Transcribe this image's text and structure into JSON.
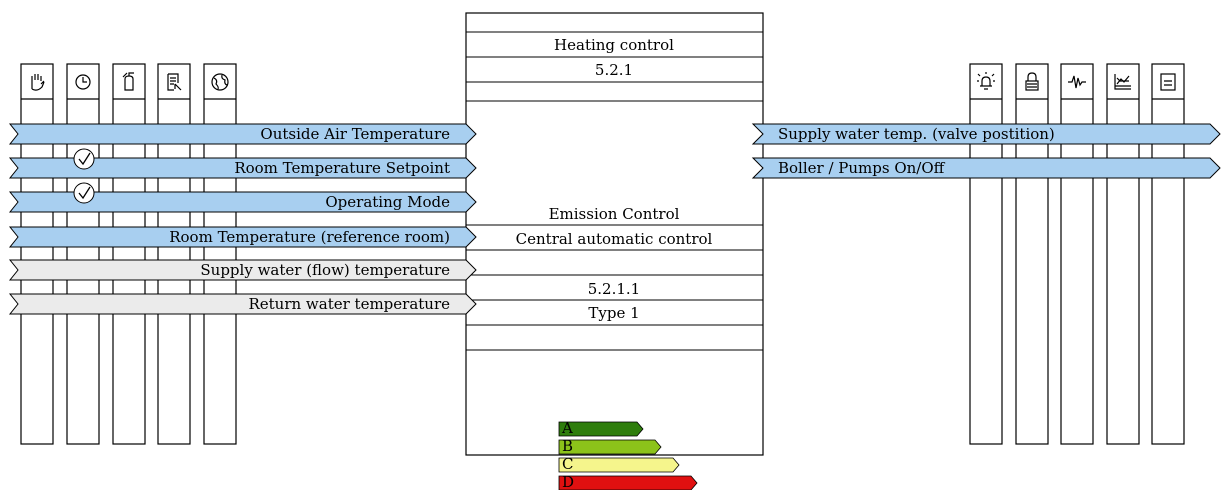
{
  "function_block": {
    "title": "Heating control",
    "code": "5.2.1",
    "sub_function": "Emission Control",
    "sub_type": "Central automatic control",
    "sub_code": "5.2.1.1",
    "type_label": "Type 1"
  },
  "left_icons": [
    {
      "icon": "hand-icon"
    },
    {
      "icon": "clock-icon"
    },
    {
      "icon": "fire-extinguisher-icon"
    },
    {
      "icon": "document-pointer-icon"
    },
    {
      "icon": "globe-icon"
    }
  ],
  "right_icons": [
    {
      "icon": "alarm-bell-icon"
    },
    {
      "icon": "lock-icon"
    },
    {
      "icon": "pulse-icon"
    },
    {
      "icon": "trend-chart-icon"
    },
    {
      "icon": "list-icon"
    }
  ],
  "inputs": [
    {
      "label": "Outside Air Temperature",
      "color": "#a8cff0",
      "check": null
    },
    {
      "label": "Room Temperature Setpoint",
      "color": "#a8cff0",
      "check": 1
    },
    {
      "label": "Operating Mode",
      "color": "#a8cff0",
      "check": 1
    },
    {
      "label": "Room Temperature (reference room)",
      "color": "#a8cff0",
      "check": null
    },
    {
      "label": "Supply water (flow) temperature",
      "color": "#ebebeb",
      "check": null
    },
    {
      "label": "Return water temperature",
      "color": "#ebebeb",
      "check": null
    }
  ],
  "outputs": [
    {
      "label": "Supply water temp. (valve postition)",
      "color": "#a8cff0"
    },
    {
      "label": "Boller / Pumps On/Off",
      "color": "#a8cff0"
    }
  ],
  "energy_classes": [
    {
      "label": "A",
      "color": "#2e7d0c"
    },
    {
      "label": "B",
      "color": "#8cc31a"
    },
    {
      "label": "C",
      "color": "#f5f58c"
    },
    {
      "label": "D",
      "color": "#e01010"
    }
  ]
}
